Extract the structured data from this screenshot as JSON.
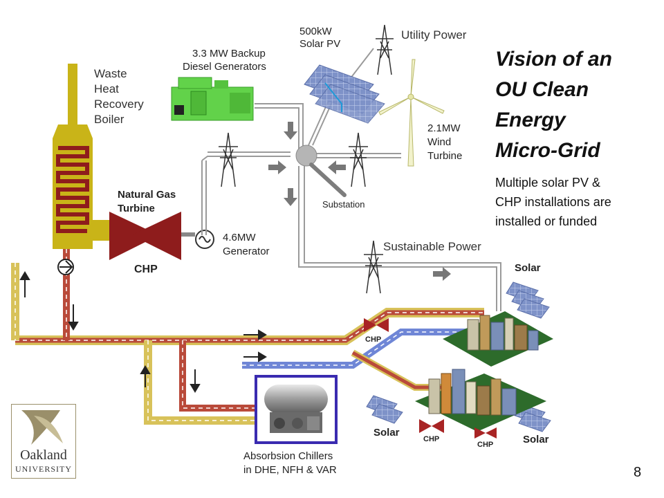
{
  "slide": {
    "title_lines": [
      "Vision of an",
      "OU Clean",
      "Energy",
      "Micro-Grid"
    ],
    "subtitle_lines": [
      "Multiple solar PV &",
      "CHP installations are",
      "installed or funded"
    ],
    "page_number": "8"
  },
  "logo": {
    "line1": "Oakland",
    "line2": "UNIVERSITY"
  },
  "labels": {
    "boiler": [
      "Waste",
      "Heat",
      "Recovery",
      "Boiler"
    ],
    "diesel": [
      "3.3 MW Backup",
      "Diesel Generators"
    ],
    "solar_pv": [
      "500kW",
      "Solar PV"
    ],
    "utility": "Utility Power",
    "wind": [
      "2.1MW",
      "Wind",
      "Turbine"
    ],
    "gas_turbine": [
      "Natural Gas",
      "Turbine"
    ],
    "chp": "CHP",
    "generator": [
      "4.6MW",
      "Generator"
    ],
    "substation": "Substation",
    "sustainable": "Sustainable Power",
    "solar": "Solar",
    "chillers": [
      "Absorbsion Chillers",
      "in DHE, NFH & VAR"
    ]
  },
  "colors": {
    "boiler": "#c9b418",
    "boiler_coil": "#8e1c1c",
    "chp": "#8e1c1c",
    "diesel": "#62d24a",
    "pipe_red": "#b94a3a",
    "pipe_yellow": "#cdb43a",
    "pipe_blue": "#6f86d6",
    "chiller_frame": "#3a2bb0",
    "power_line": "#9a9a9a"
  }
}
